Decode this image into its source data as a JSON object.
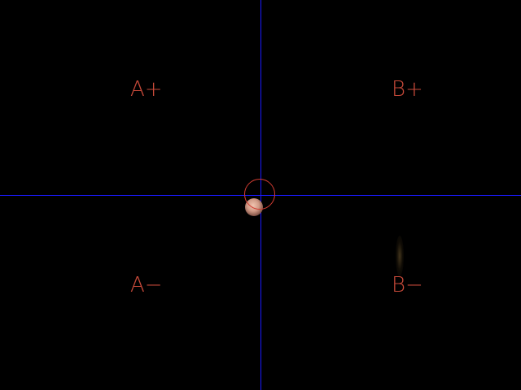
{
  "quadrants": {
    "a_plus": "A+",
    "b_plus": "B+",
    "a_minus": "A−",
    "b_minus": "B−"
  },
  "colors": {
    "background": "#000000",
    "crosshair": "#1a1aff",
    "label": "#c84a3a",
    "target_ring": "#d23c32",
    "blob": "#d09a86"
  }
}
